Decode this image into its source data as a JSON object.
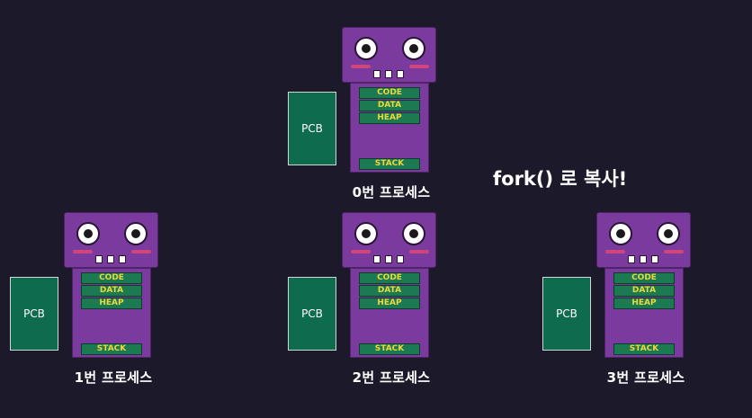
{
  "processes": [
    {
      "label": "0번 프로세스",
      "pcb": "PCB",
      "segments": {
        "code": "CODE",
        "data": "DATA",
        "heap": "HEAP",
        "stack": "STACK"
      }
    },
    {
      "label": "1번 프로세스",
      "pcb": "PCB",
      "segments": {
        "code": "CODE",
        "data": "DATA",
        "heap": "HEAP",
        "stack": "STACK"
      }
    },
    {
      "label": "2번 프로세스",
      "pcb": "PCB",
      "segments": {
        "code": "CODE",
        "data": "DATA",
        "heap": "HEAP",
        "stack": "STACK"
      }
    },
    {
      "label": "3번 프로세스",
      "pcb": "PCB",
      "segments": {
        "code": "CODE",
        "data": "DATA",
        "heap": "HEAP",
        "stack": "STACK"
      }
    }
  ],
  "caption": "fork() 로 복사!",
  "colors": {
    "background": "#1c1a2a",
    "robot": "#7a3a9e",
    "pcb": "#0e6b4e",
    "segment": "#1c7a52",
    "segment_text": "#ecd83a"
  }
}
